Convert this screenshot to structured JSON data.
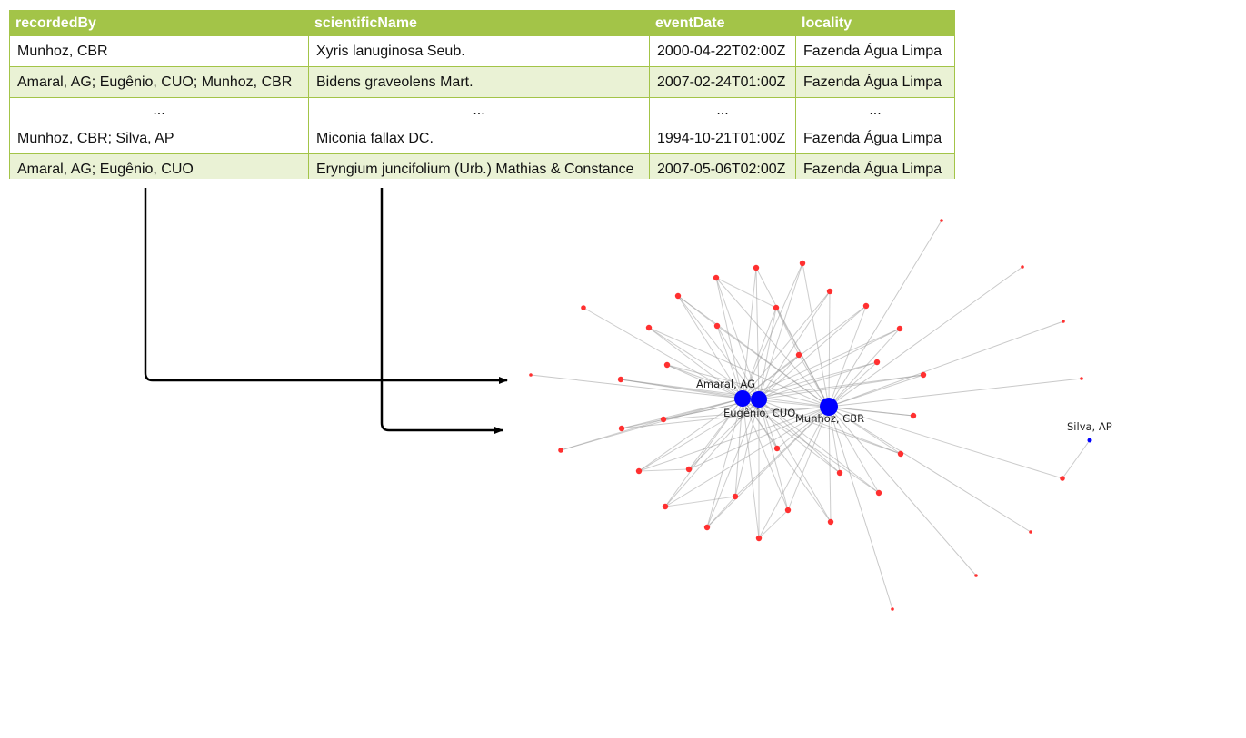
{
  "table": {
    "columns": [
      "recordedBy",
      "scientificName",
      "eventDate",
      "locality"
    ],
    "rows": [
      [
        "Munhoz, CBR",
        "Xyris lanuginosa Seub.",
        "2000-04-22T02:00Z",
        "Fazenda Água Limpa"
      ],
      [
        "Amaral, AG; Eugênio, CUO; Munhoz, CBR",
        "Bidens graveolens Mart.",
        "2007-02-24T01:00Z",
        "Fazenda Água Limpa"
      ],
      [
        "...",
        "...",
        "...",
        "..."
      ],
      [
        "Munhoz, CBR; Silva, AP",
        "Miconia fallax DC.",
        "1994-10-21T01:00Z",
        "Fazenda Água Limpa"
      ],
      [
        "Amaral, AG; Eugênio, CUO",
        "Eryngium juncifolium (Urb.) Mathias & Constance",
        "2007-05-06T02:00Z",
        "Fazenda Água Limpa"
      ]
    ]
  },
  "network": {
    "collectors": [
      "Amaral, AG",
      "Eugênio, CUO",
      "Munhoz, CBR",
      "Silva, AP"
    ],
    "colors": {
      "collector": "#0000ff",
      "species": "#ff3030",
      "edge": "#9a9a9a",
      "arrow": "#000000"
    }
  }
}
